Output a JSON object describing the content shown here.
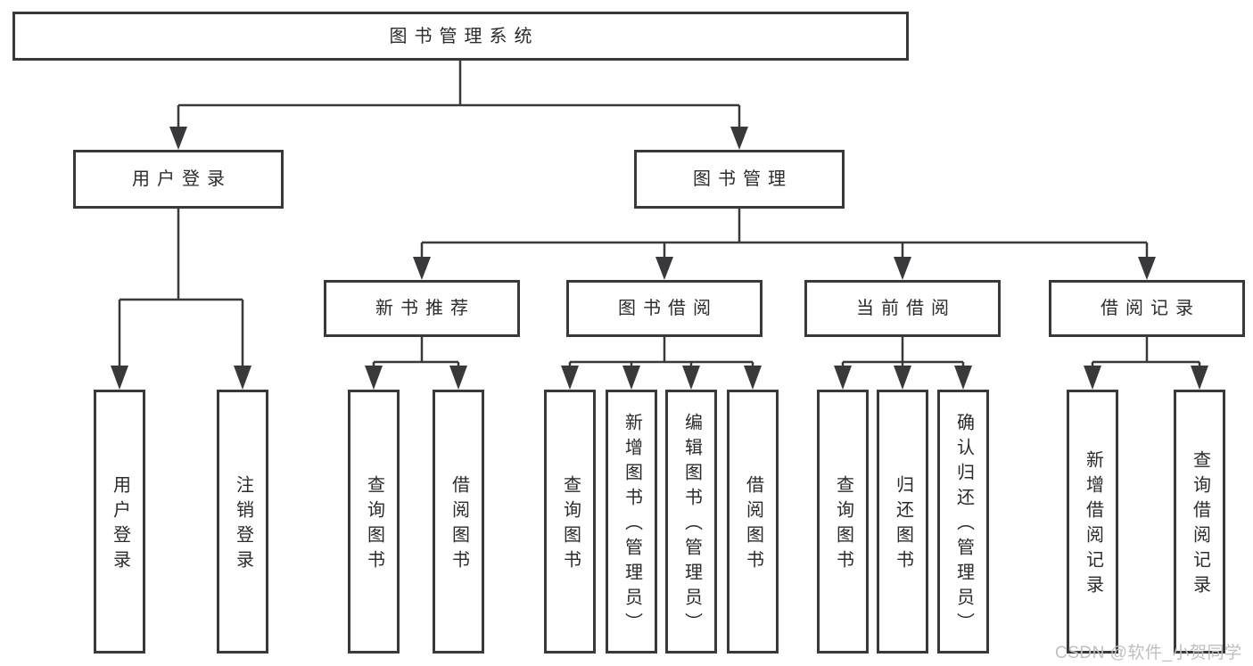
{
  "diagram": {
    "title": "图书管理系统",
    "branches": [
      {
        "label": "用户登录",
        "children": [
          {
            "label": "用户登录"
          },
          {
            "label": "注销登录"
          }
        ]
      },
      {
        "label": "图书管理",
        "children": [
          {
            "label": "新书推荐",
            "children": [
              {
                "label": "查询图书"
              },
              {
                "label": "借阅图书"
              }
            ]
          },
          {
            "label": "图书借阅",
            "children": [
              {
                "label": "查询图书"
              },
              {
                "label": "新增图书（管理员）"
              },
              {
                "label": "编辑图书（管理员）"
              },
              {
                "label": "借阅图书"
              }
            ]
          },
          {
            "label": "当前借阅",
            "children": [
              {
                "label": "查询图书"
              },
              {
                "label": "归还图书"
              },
              {
                "label": "确认归还（管理员）"
              }
            ]
          },
          {
            "label": "借阅记录",
            "children": [
              {
                "label": "新增借阅记录"
              },
              {
                "label": "查询借阅记录"
              }
            ]
          }
        ]
      }
    ]
  },
  "watermark": "CSDN @软件_小贺同学",
  "colors": {
    "line": "#39393b",
    "box_border": "#39393b",
    "text": "#2b2b2d",
    "background": "#ffffff",
    "watermark": "#bfbfc3"
  }
}
